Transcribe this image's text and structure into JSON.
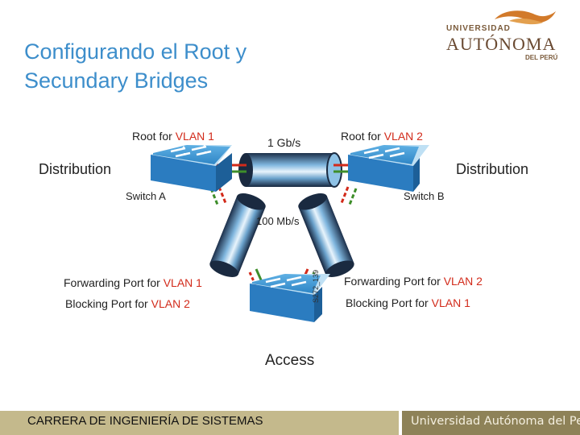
{
  "slide": {
    "title_line1": "Configurando el Root y",
    "title_line2": "Secundary Bridges"
  },
  "logo": {
    "line1": "UNIVERSIDAD",
    "line2": "AUTÓNOMA",
    "line3": "DEL PERÚ"
  },
  "diagram": {
    "distribution_left": "Distribution",
    "distribution_right": "Distribution",
    "access": "Access",
    "switch_a": "Switch A",
    "switch_b": "Switch B",
    "root_a_prefix": "Root for ",
    "root_a_vlan": "VLAN 1",
    "root_b_prefix": "Root for ",
    "root_b_vlan": "VLAN 2",
    "link_top": "1 Gb/s",
    "link_sides": "100 Mb/s",
    "fwd_left_prefix": "Forwarding Port for ",
    "fwd_left_vlan": "VLAN 1",
    "blk_left_prefix": "Blocking Port for ",
    "blk_left_vlan": "VLAN 2",
    "fwd_right_prefix": "Forwarding Port for ",
    "fwd_right_vlan": "VLAN 2",
    "blk_right_prefix": "Blocking Port for ",
    "blk_right_vlan": "VLAN 1",
    "figure_id": "S272_139"
  },
  "footer": {
    "left": "CARRERA DE INGENIERÍA DE SISTEMAS",
    "right": "Universidad Autónoma del Perú"
  },
  "colors": {
    "title": "#3d8ecb",
    "vlan_red": "#d22a1a",
    "forwarding_green": "#3e8e2a",
    "footer_left": "#c4b98c",
    "footer_right": "#8e8258"
  }
}
